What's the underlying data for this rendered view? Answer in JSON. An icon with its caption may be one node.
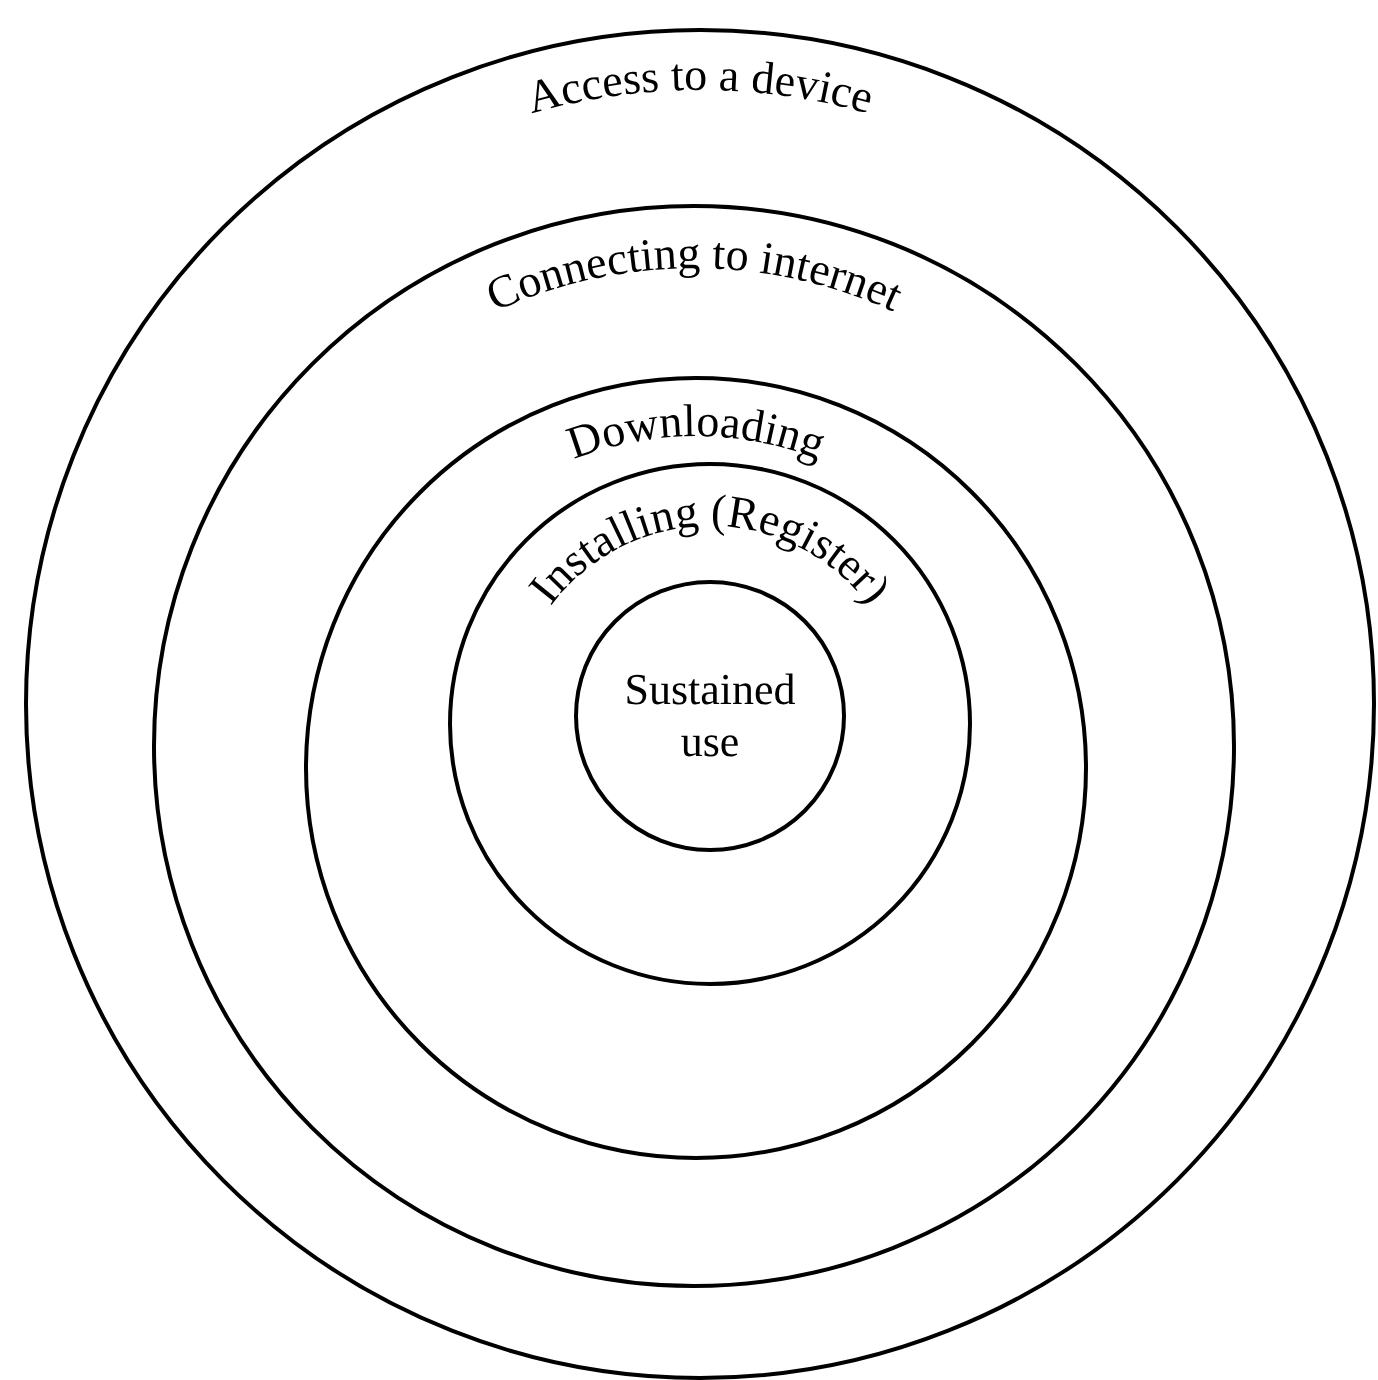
{
  "diagram": {
    "nodes": [
      {
        "text": [
          "Access to a device"
        ]
      },
      {
        "text": [
          "Connecting to internet"
        ],
        "in": 0
      },
      {
        "text": [
          "Downloading"
        ],
        "in": 1
      },
      {
        "text": [
          "Installing (Register)"
        ],
        "in": 2
      },
      {
        "text": [
          "Sustained use"
        ],
        "in": 3
      }
    ],
    "edges": []
  }
}
